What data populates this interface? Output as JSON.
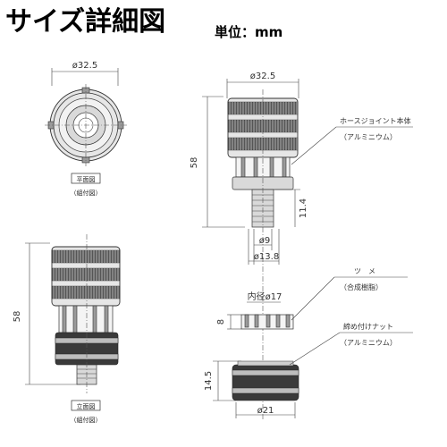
{
  "title": "サイズ詳細図",
  "unit_label": "単位：mm",
  "plan_view": {
    "diameter": "ø32.5",
    "caption": "平面図",
    "subcaption": "（組付図）"
  },
  "elevation_view": {
    "height": "58",
    "caption": "立面図",
    "subcaption": "（組付図）"
  },
  "exploded_view": {
    "top_diameter": "ø32.5",
    "height": "58",
    "thread_length": "11.4",
    "small_diameter": "ø9",
    "bottom_diameter": "ø13.8",
    "claw_inner_diameter": "内径ø17",
    "claw_height": "8",
    "nut_height": "14.5",
    "nut_diameter": "ø21"
  },
  "callouts": {
    "hose_joint": {
      "name": "ホースジョイント本体",
      "material": "（アルミニウム）"
    },
    "claw": {
      "name": "ツ　メ",
      "material": "（合成樹脂）"
    },
    "nut": {
      "name": "締め付けナット",
      "material": "（アルミニウム）"
    }
  }
}
